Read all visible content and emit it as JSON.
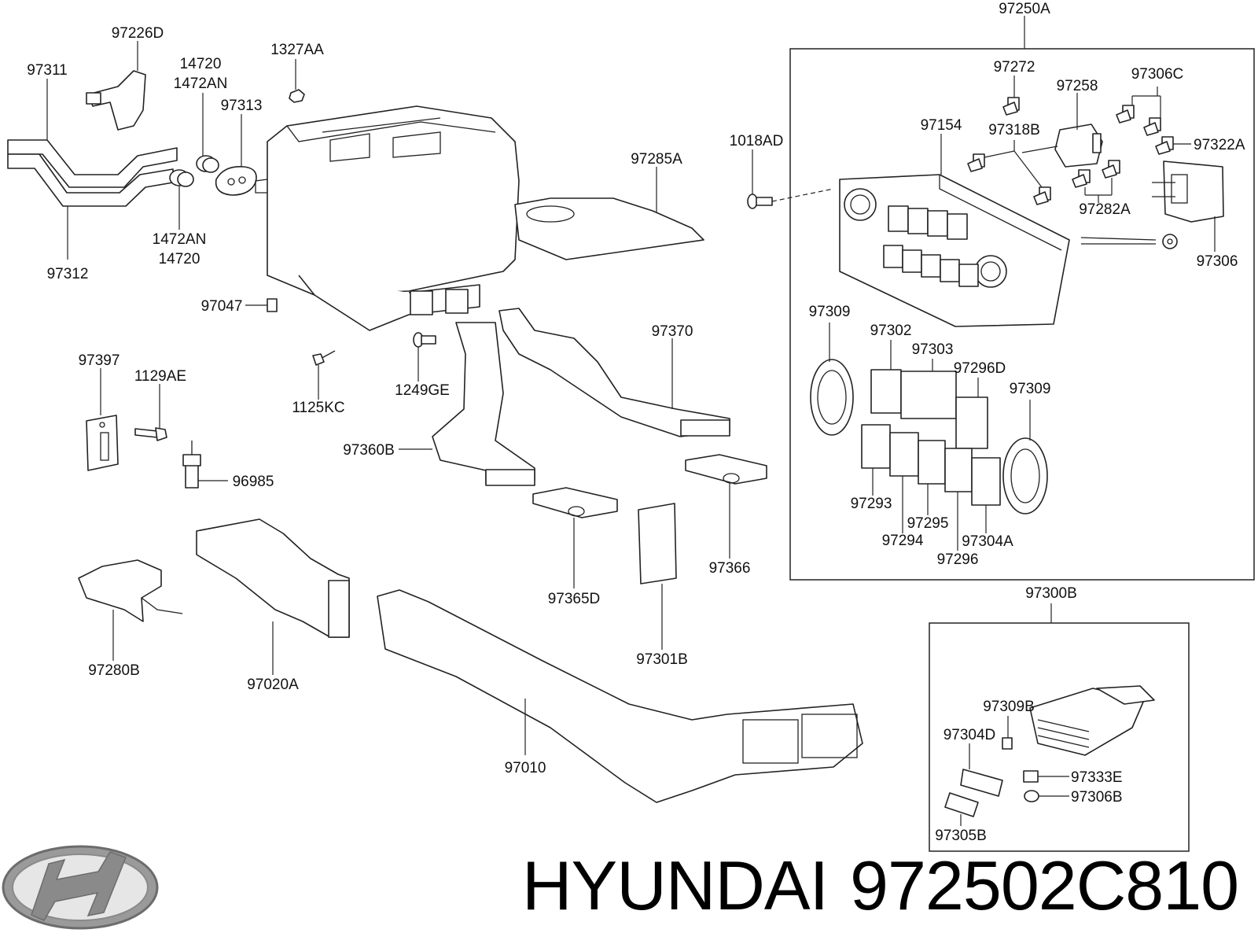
{
  "brand": {
    "name": "HYUNDAI",
    "part_number": "972502C810",
    "colors": {
      "logo": "#8a8a8a",
      "line": "#222222",
      "text": "#111111"
    }
  },
  "labels": [
    "97250A",
    "97226D",
    "97311",
    "14720",
    "1472AN",
    "1327AA",
    "97313",
    "97312",
    "1472AN",
    "14720",
    "97285A",
    "1018AD",
    "97272",
    "97258",
    "97306C",
    "97154",
    "97318B",
    "97322A",
    "97282A",
    "97306",
    "97047",
    "97397",
    "1129AE",
    "1125KC",
    "1249GE",
    "97370",
    "97360B",
    "96985",
    "97309",
    "97302",
    "97303",
    "97296D",
    "97309",
    "97293",
    "97295",
    "97294",
    "97304A",
    "97296",
    "97365D",
    "97366",
    "97280B",
    "97020A",
    "97301B",
    "97300B",
    "97309B",
    "97304D",
    "97333E",
    "97306B",
    "97305B",
    "97010"
  ]
}
